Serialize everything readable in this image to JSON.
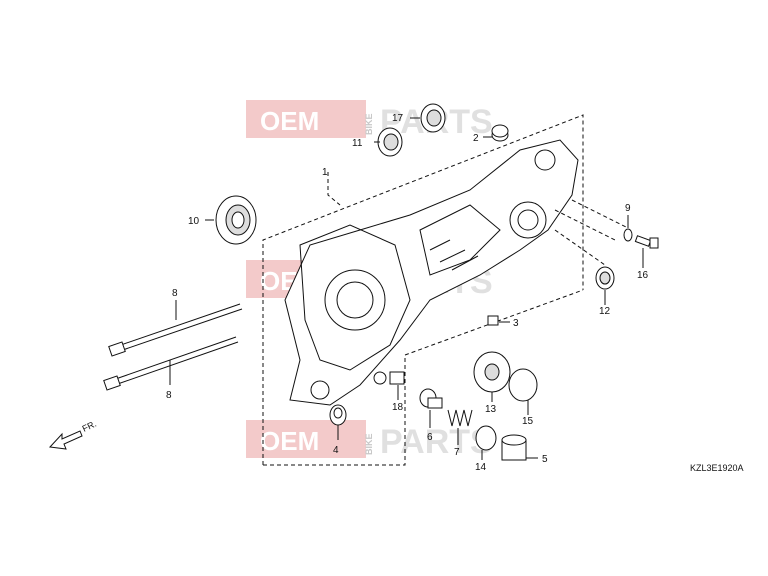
{
  "diagram_code": "KZL3E1920A",
  "watermark": {
    "oem": "OEM",
    "bike": "BIKE",
    "parts": "PARTS"
  },
  "front_arrow": "FR.",
  "callouts": [
    "1",
    "2",
    "3",
    "4",
    "5",
    "6",
    "7",
    "8",
    "8",
    "9",
    "10",
    "11",
    "12",
    "13",
    "14",
    "15",
    "16",
    "17",
    "18"
  ],
  "colors": {
    "watermark_red": "#e58a8a",
    "line": "#111111"
  }
}
